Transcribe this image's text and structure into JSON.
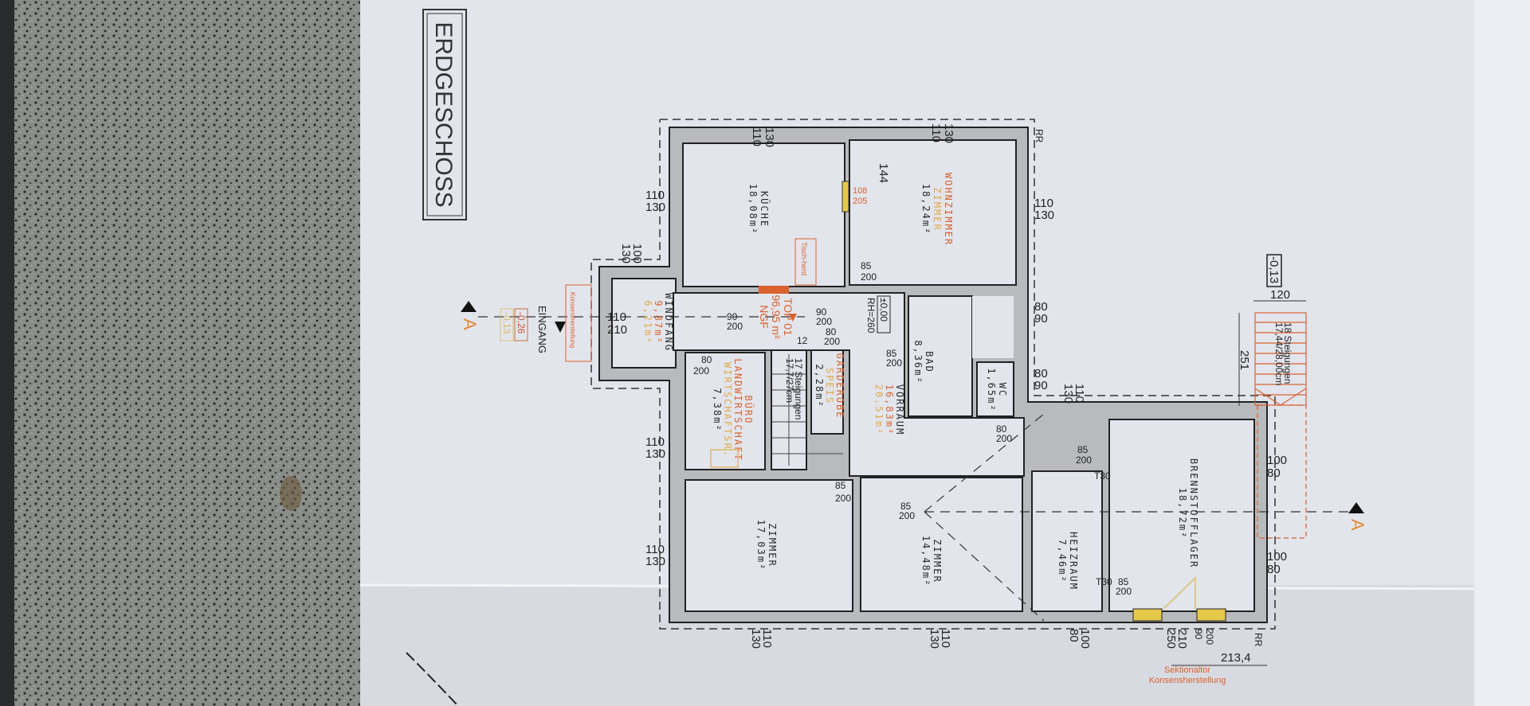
{
  "title": "ERDGESCHOSS",
  "unit": {
    "label": "TOP 01",
    "area": "96,95 m²",
    "type": "NGF"
  },
  "level_marker": {
    "value": "±0,00",
    "room_height": "RH=260"
  },
  "rooms": [
    {
      "name": "KÜCHE",
      "area": "18,08m²"
    },
    {
      "name": "WOHNZIMMER",
      "secondary": "ZIMMER",
      "area": "18,24m²"
    },
    {
      "name": "WINDFANG",
      "area": "9,87m²",
      "secondary": "6,21m²"
    },
    {
      "name": "BÜRO",
      "secondary": "LANDWIRTSCHAFT",
      "tertiary": "WIRTSCHAFTSR.",
      "area": "7,38m²"
    },
    {
      "name": "GARDEROBE",
      "secondary": "SPEIS",
      "area": "2,28m²"
    },
    {
      "name": "VORRAUM",
      "area": "16,83m²",
      "secondary": "20,51m²"
    },
    {
      "name": "BAD",
      "area": "8,36m²"
    },
    {
      "name": "WC",
      "area": "1,65m²"
    },
    {
      "name": "ZIMMER",
      "area": "17,03m²"
    },
    {
      "name": "ZIMMER",
      "area": "14,48m²"
    },
    {
      "name": "HEIZRAUM",
      "area": "7,46m²"
    },
    {
      "name": "BRENNSTOFFLAGER",
      "area": "18,72m²"
    }
  ],
  "interior_stair": {
    "steps": "17 Steigungen",
    "size": "17,7/27cm"
  },
  "exterior_stair": {
    "steps": "18 Steigungen",
    "size": "17,44/28,00cm",
    "width": "120",
    "length": "251",
    "level": "-0,13"
  },
  "entrance": {
    "label": "EINGANG",
    "level1": "-0,26",
    "level2": "-0,13",
    "note": "Konsensherstellung"
  },
  "section_marker": "A",
  "kitchen_items": {
    "stove": "Tisch-herd"
  },
  "dimensions": {
    "top1": [
      "110",
      "130"
    ],
    "top2": [
      "110",
      "130"
    ],
    "left1": [
      "110",
      "130"
    ],
    "left2": [
      "100",
      "130"
    ],
    "left3": [
      "110",
      "130"
    ],
    "left4": [
      "110",
      "130"
    ],
    "right1": [
      "110",
      "130"
    ],
    "right2": [
      "80",
      "90"
    ],
    "right3": [
      "80",
      "90"
    ],
    "right4": [
      "110",
      "130"
    ],
    "right5": [
      "100",
      "80"
    ],
    "right6": [
      "100",
      "80"
    ],
    "bottom1": [
      "130",
      "110"
    ],
    "bottom2": [
      "130",
      "110"
    ],
    "bottom3": [
      "80",
      "100"
    ],
    "wz_opening": [
      "108",
      "205"
    ],
    "wz_depth": "144",
    "entry": [
      "110",
      "210"
    ],
    "garage": [
      "250",
      "210"
    ],
    "garage_inner": [
      "90",
      "200"
    ],
    "offset": "213,4"
  },
  "doors": {
    "d1": [
      "90",
      "200"
    ],
    "d2": [
      "90",
      "200"
    ],
    "d3": [
      "85",
      "200"
    ],
    "d4": [
      "85",
      "200"
    ],
    "d5": [
      "80",
      "200"
    ],
    "d6": [
      "85",
      "200"
    ],
    "d7": [
      "85",
      "200"
    ],
    "d8": [
      "80",
      "200"
    ],
    "d9": [
      "85",
      "200"
    ],
    "d10": [
      "85",
      "200"
    ],
    "d11": [
      "80",
      "200"
    ],
    "fire1": "T30",
    "fire2": "T30",
    "wall": "12"
  },
  "garage_door": {
    "line1": "Sektionaltor",
    "line2": "Konsensherstellung"
  },
  "rr": "RR",
  "colors": {
    "paper": "#e3e5ec",
    "wall": "#b9babe",
    "orange": "#d9622f",
    "yellow": "#e7c94a"
  }
}
